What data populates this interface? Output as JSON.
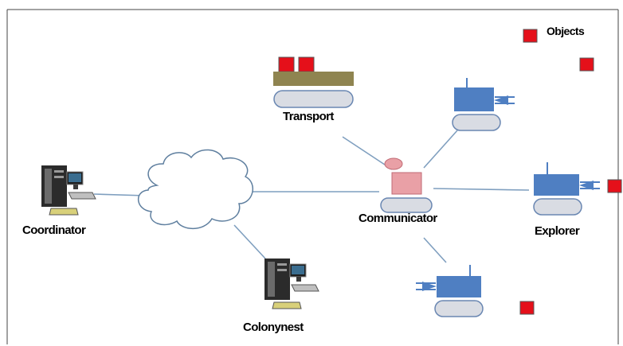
{
  "diagram": {
    "labels": {
      "objects": "Objects",
      "transport": "Transport",
      "communicator": "Communicator",
      "explorer": "Explorer",
      "coordinator": "Coordinator",
      "colony_nest": "Colonynest"
    },
    "icons": {
      "object": "red-square-object-icon",
      "robot": "tracked-robot-icon",
      "computer": "desktop-computer-icon",
      "network": "cloud-network-icon"
    },
    "colors": {
      "object_fill": "#e5101a",
      "robot_body": "#4f7fc2",
      "communicator_body": "#e9a0a6",
      "track_fill": "#d9dce3",
      "transport_platform": "#8f8450",
      "link": "#7f9fbf",
      "frame": "#444444"
    }
  }
}
